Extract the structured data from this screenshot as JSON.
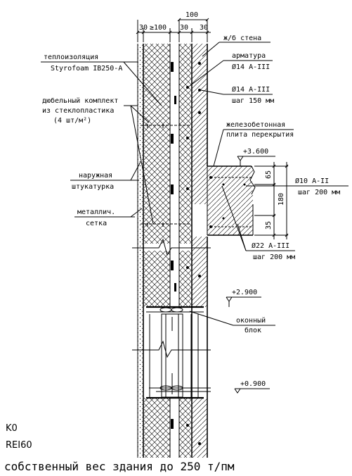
{
  "dimensions": {
    "top_total": "100",
    "top_30a": "30",
    "top_100": "≥100",
    "top_30b": "30",
    "top_30c": "30",
    "slab_65": "65",
    "slab_180": "180",
    "slab_35": "35"
  },
  "labels": {
    "insulation_title": "теплоизоляция",
    "insulation_product": "Styrofoam IB250-A",
    "dowel_line1": "дюбельный комплект",
    "dowel_line2": "из стеклопластика",
    "dowel_line3": "(4 шт/м²)",
    "plaster_line1": "наружная",
    "plaster_line2": "штукатурка",
    "mesh_line1": "металлич.",
    "mesh_line2": "сетка",
    "rc_wall": "ж/б стена",
    "rebar_title": "арматура",
    "rebar_dia": "Ø14 A-III",
    "rebar2_dia": "Ø14 A-III",
    "rebar2_step": "шаг 150 мм",
    "slab_line1": "железобетонная",
    "slab_line2": "плита перекрытия",
    "slab_rebar_dia": "Ø10 A-II",
    "slab_rebar_step": "шаг 200 мм",
    "rebar3_dia": "Ø22 A-III",
    "rebar3_step": "шаг 200 мм",
    "window_line1": "оконный",
    "window_line2": "блок"
  },
  "levels": {
    "level_top": "+3.600",
    "level_mid": "+2.900",
    "level_low": "+0.900"
  },
  "classes": {
    "k_class": "K0",
    "rei_class": "REI60"
  },
  "footer": {
    "caption": "собственный вес здания до 250 т/пм"
  }
}
